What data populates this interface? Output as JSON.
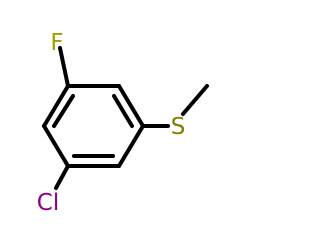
{
  "molecule": {
    "atoms": {
      "fluorine": {
        "symbol": "F",
        "color": "#9fa000"
      },
      "sulfur": {
        "symbol": "S",
        "color": "#808000"
      },
      "chlorine": {
        "symbol": "Cl",
        "color": "#8b008b"
      }
    },
    "bond_color": "#000000"
  }
}
